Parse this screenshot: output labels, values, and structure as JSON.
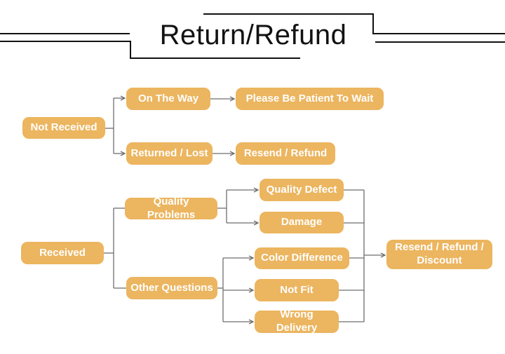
{
  "title": {
    "text": "Return/Refund"
  },
  "flowchart": {
    "nodes": {
      "not_received": "Not Received",
      "on_the_way": "On The Way",
      "please_wait": "Please Be Patient To Wait",
      "returned_lost": "Returned / Lost",
      "resend_refund": "Resend / Refund",
      "received": "Received",
      "quality_problems": "Quality Problems",
      "quality_defect": "Quality Defect",
      "damage": "Damage",
      "other_questions": "Other Questions",
      "color_difference": "Color Difference",
      "not_fit": "Not Fit",
      "wrong_delivery": "Wrong Delivery",
      "resend_refund_discount": "Resend / Refund / Discount"
    },
    "colors": {
      "node_fill": "#ECB55F",
      "node_text": "#FFFFFF",
      "connector": "#6E6E6E",
      "title_lines": "#111111"
    }
  }
}
